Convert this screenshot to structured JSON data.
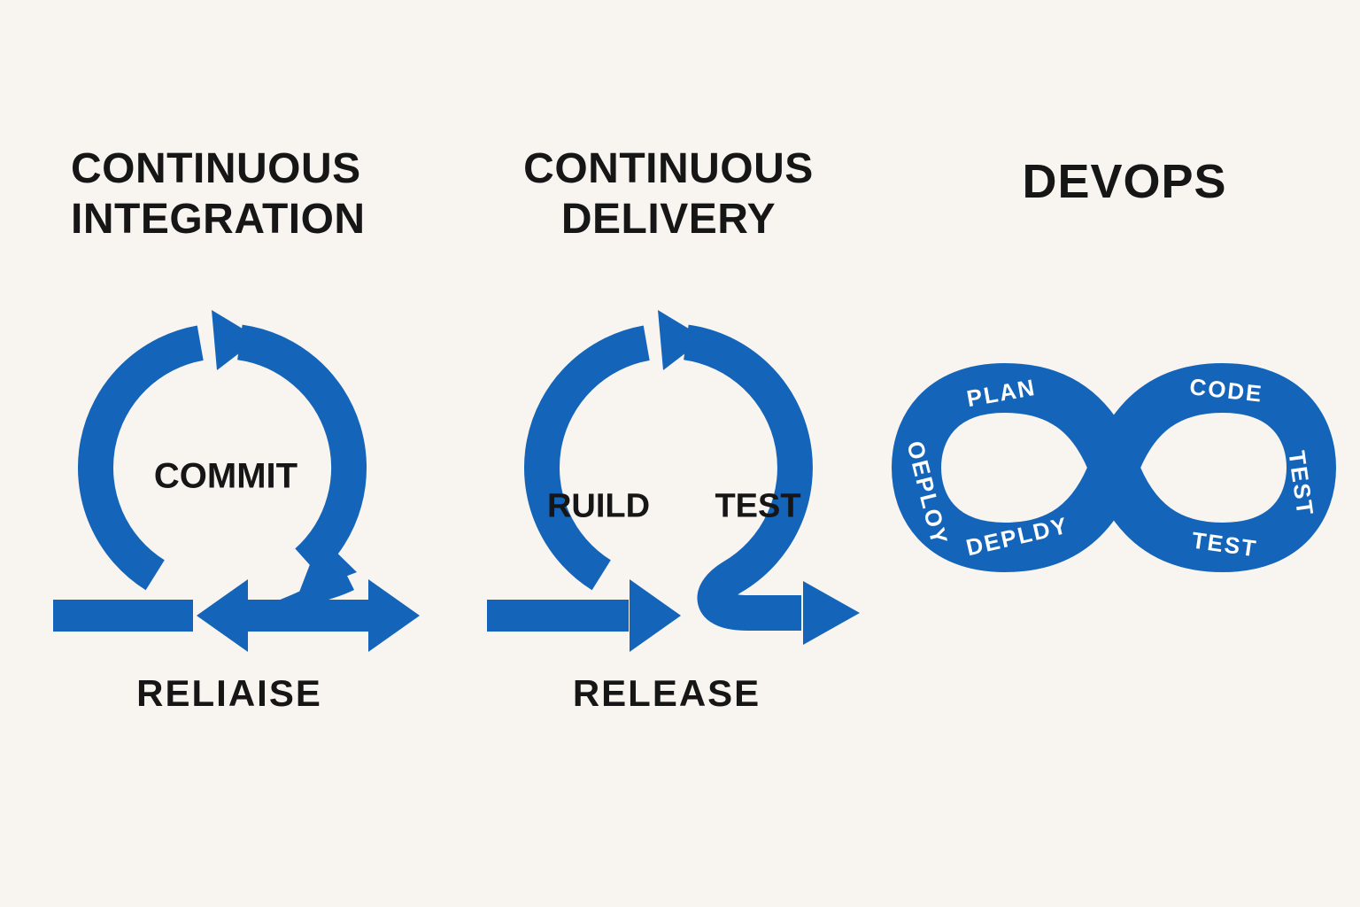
{
  "colors": {
    "background": "#F8F5F1",
    "accent": "#1464B9",
    "text": "#161616",
    "label_on_accent": "#FFFFFF"
  },
  "panels": {
    "continuous_integration": {
      "title_line1": "CONTINUOUS",
      "title_line2": "INTEGRATION",
      "loop_label": "COMMIT",
      "bottom_label": "RELIAISE"
    },
    "continuous_delivery": {
      "title_line1": "CONTINUOUS",
      "title_line2": "DELIVERY",
      "loop_label_left": "RUILD",
      "loop_label_right": "TEST",
      "bottom_label": "RELEASE"
    },
    "devops": {
      "title": "DEVOPS",
      "infinity_labels": {
        "top_left": "PLAN",
        "top_right": "CODE",
        "left_side": "OEPLOY",
        "bottom_left": "DEPLDY",
        "right_side": "TEST",
        "bottom_right": "TEST"
      }
    }
  }
}
